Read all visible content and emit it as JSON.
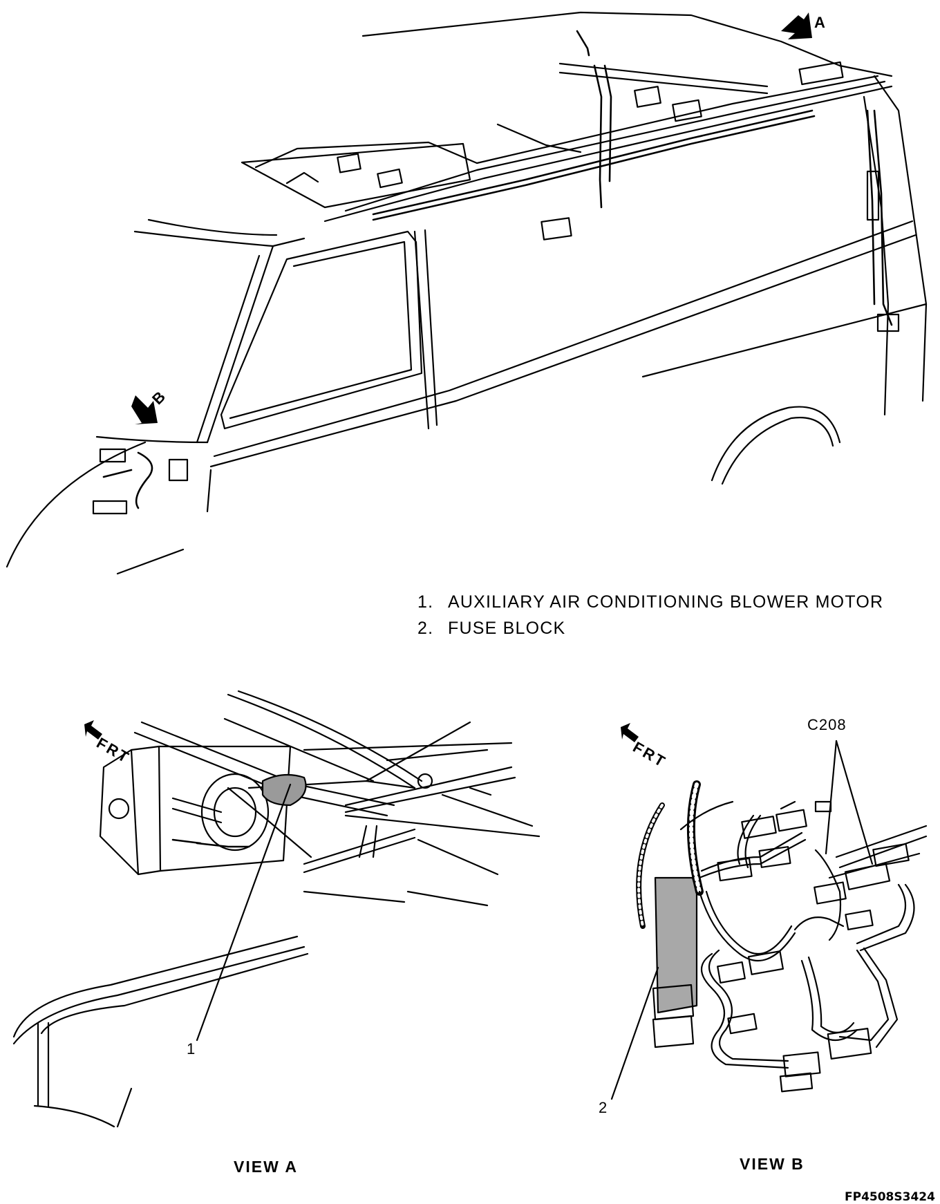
{
  "legend": {
    "items": [
      {
        "num": "1.",
        "text": "AUXILIARY AIR CONDITIONING BLOWER MOTOR"
      },
      {
        "num": "2.",
        "text": "FUSE BLOCK"
      }
    ]
  },
  "overview": {
    "arrow_a_label": "A",
    "arrow_b_label": "B"
  },
  "view_a": {
    "title": "VIEW  A",
    "front_label": "FRT",
    "callout": "1"
  },
  "view_b": {
    "title": "VIEW  B",
    "front_label": "FRT",
    "callout": "2",
    "connector_label": "C208"
  },
  "figure_code": "FP4508S3424"
}
